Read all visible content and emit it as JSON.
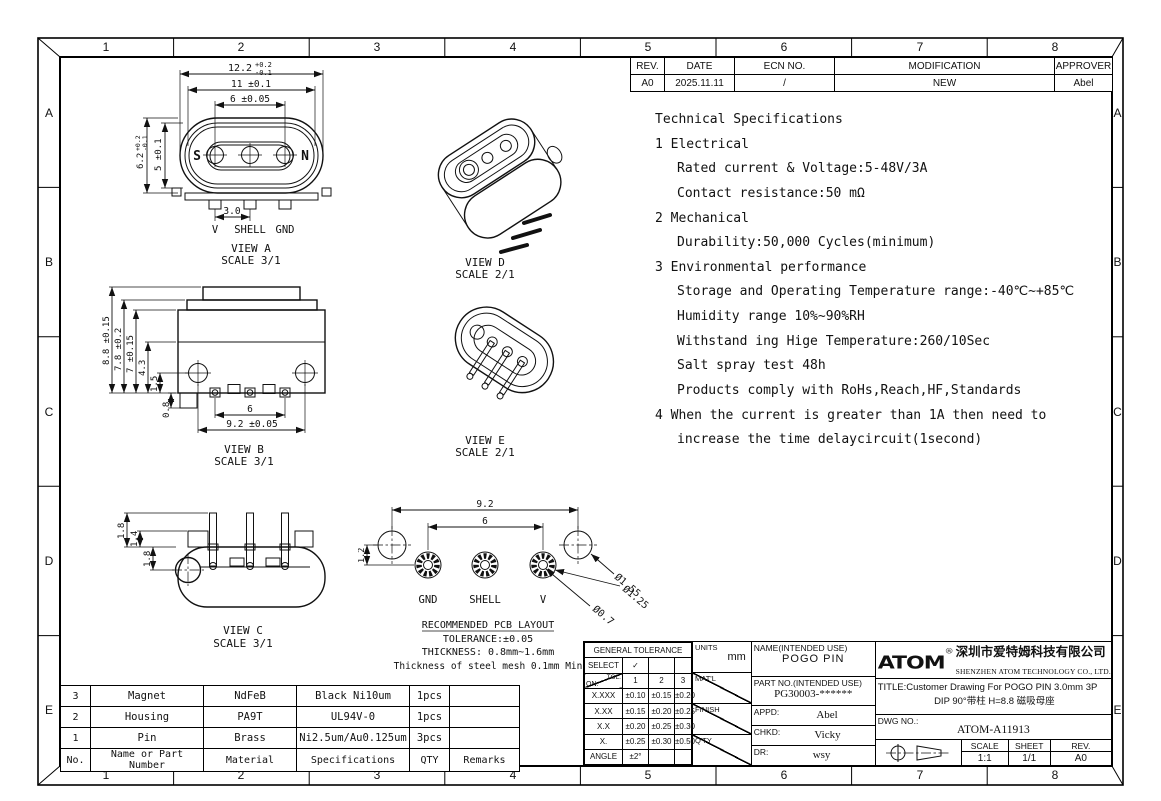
{
  "frame": {
    "cols": [
      "1",
      "2",
      "3",
      "4",
      "5",
      "6",
      "7",
      "8"
    ],
    "rows": [
      "A",
      "B",
      "C",
      "D",
      "E"
    ]
  },
  "revision_table": {
    "headers": [
      "REV.",
      "DATE",
      "ECN NO.",
      "MODIFICATION",
      "APPROVER"
    ],
    "row": {
      "rev": "A0",
      "date": "2025.11.11",
      "ecn": "/",
      "modification": "NEW",
      "approver": "Abel"
    }
  },
  "specs": {
    "lines": [
      "Technical Specifications",
      "1 Electrical",
      "Rated current & Voltage:5-48V/3A",
      "Contact resistance:50 mΩ",
      "2 Mechanical",
      "Durability:50,000 Cycles(minimum)",
      "3 Environmental performance",
      "Storage and Operating Temperature range:-40℃~+85℃",
      "Humidity range 10%~90%RH",
      "Withstand ing Hige Temperature:260/10Sec",
      "Salt spray test 48h",
      "Products comply with RoHs,Reach,HF,Standards",
      "4 When the current is greater than 1A then need to",
      "increase the time delaycircuit(1second)"
    ]
  },
  "views": {
    "a": {
      "label": "VIEW A",
      "scale": "SCALE 3/1",
      "dim_width": "12.2",
      "dim_width_tol_up": "+0.2",
      "dim_width_tol_dn": "-0.1",
      "dim_11": "11 ±0.1",
      "dim_6": "6 ±0.05",
      "dim_height": "6.2",
      "dim_height_tol_up": "+0.2",
      "dim_height_tol_dn": "-0.1",
      "dim_5": "5 ±0.1",
      "dim_pitch": "3.0",
      "pole_s": "S",
      "pole_n": "N",
      "pins": [
        "V",
        "SHELL",
        "GND"
      ]
    },
    "b": {
      "label": "VIEW B",
      "scale": "SCALE 3/1",
      "dims": [
        "8.8 ±0.15",
        "7.8 ±0.2",
        "7 ±0.15",
        "4.3",
        "1.5",
        "0.8",
        "6",
        "9.2 ±0.05"
      ]
    },
    "c": {
      "label": "VIEW C",
      "scale": "SCALE 3/1",
      "dims": [
        "1.8",
        "1.4",
        "1.8"
      ]
    },
    "d": {
      "label": "VIEW D",
      "scale": "SCALE 2/1"
    },
    "e": {
      "label": "VIEW E",
      "scale": "SCALE 2/1"
    }
  },
  "pcb": {
    "dim_92": "9.2",
    "dim_6": "6",
    "dim_12": "1.2",
    "pads": [
      "GND",
      "SHELL",
      "V"
    ],
    "diameters": [
      "Ø1.55",
      "Ø1.25",
      "Ø0.7"
    ],
    "notes": [
      "RECOMMENDED PCB LAYOUT",
      "TOLERANCE:±0.05",
      "THICKNESS: 0.8mm~1.6mm",
      "Thickness of steel mesh 0.1mm Min"
    ]
  },
  "bom": {
    "headers": [
      "No.",
      "Name or Part Number",
      "Material",
      "Specifications",
      "QTY",
      "Remarks"
    ],
    "rows": [
      [
        "3",
        "Magnet",
        "NdFeB",
        "Black Ni10um",
        "1pcs",
        ""
      ],
      [
        "2",
        "Housing",
        "PA9T",
        "UL94V-0",
        "1pcs",
        ""
      ],
      [
        "1",
        "Pin",
        "Brass",
        "Ni2.5um/Au0.125um",
        "3pcs",
        ""
      ]
    ]
  },
  "title_block": {
    "tolerance": {
      "title": "GENERAL TOLERANCE",
      "select": "SELECT",
      "check": "✓",
      "tol": "TOL.",
      "on": "ON.",
      "cols": [
        "1",
        "2",
        "3"
      ],
      "rows": [
        {
          "label": "X.XXX",
          "v": [
            "±0.10",
            "±0.15",
            "±0.20"
          ]
        },
        {
          "label": "X.XX",
          "v": [
            "±0.15",
            "±0.20",
            "±0.25"
          ]
        },
        {
          "label": "X.X",
          "v": [
            "±0.20",
            "±0.25",
            "±0.30"
          ]
        },
        {
          "label": "X.",
          "v": [
            "±0.25",
            "±0.30",
            "±0.50"
          ]
        },
        {
          "label": "ANGLE",
          "v": [
            "±2°",
            "",
            ""
          ]
        }
      ]
    },
    "units_label": "UNITS",
    "units_value": "mm",
    "matl_label": "MAT'L",
    "finish_label": "FINISH",
    "qty_label": "Q'TY",
    "name_label": "NAME(INTENDED USE)",
    "name_value": "POGO PIN",
    "part_label": "PART NO.(INTENDED USE)",
    "part_value": "PG30003-******",
    "appd_label": "APPD:",
    "appd_value": "Abel",
    "chkd_label": "CHKD:",
    "chkd_value": "Vicky",
    "dr_label": "DR:",
    "dr_value": "wsy",
    "company": {
      "logo": "ATOM",
      "reg": "®",
      "name_cn": "深圳市爱特姆科技有限公司",
      "name_en": "SHENZHEN ATOM TECHNOLOGY CO., LTD.",
      "title_label": "TITLE:",
      "title_line1": "Customer Drawing For POGO PIN 3.0mm 3P",
      "title_line2": "DIP 90°带柱 H=8.8 磁吸母座",
      "dwg_label": "DWG NO.:",
      "dwg_value": "ATOM-A11913",
      "scale_label": "SCALE",
      "scale_value": "1:1",
      "sheet_label": "SHEET",
      "sheet_value": "1/1",
      "rev_label": "REV.",
      "rev_value": "A0"
    }
  }
}
